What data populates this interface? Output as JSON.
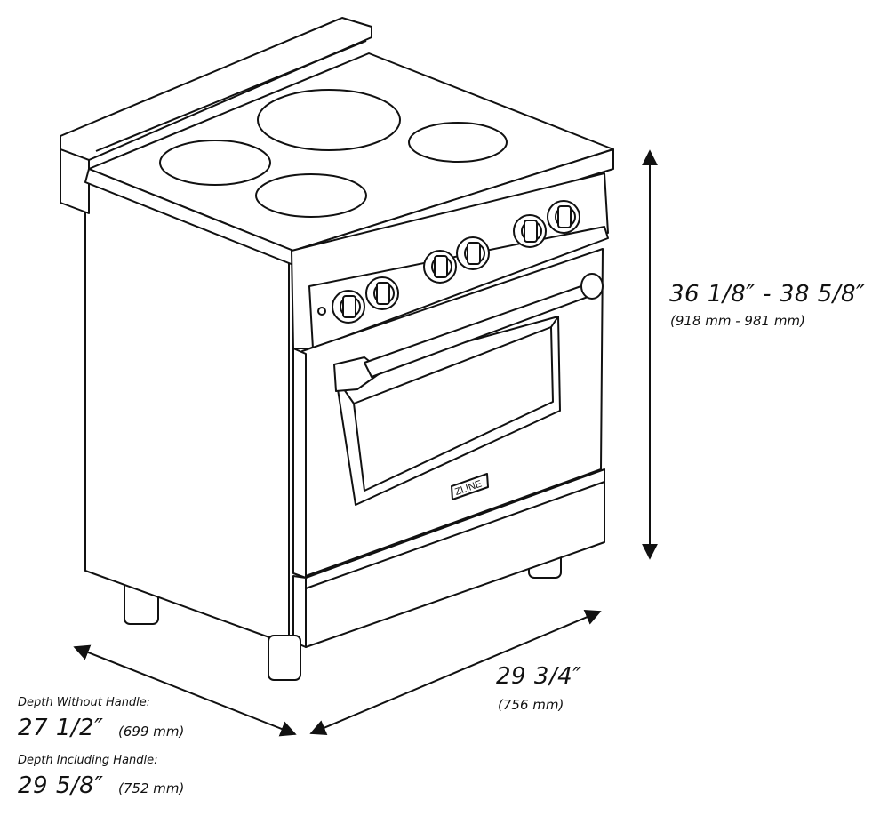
{
  "brand": {
    "logo_text": "ZLINE"
  },
  "dimensions": {
    "height": {
      "imperial": "36 1/8″ - 38 5/8″",
      "metric": "(918 mm - 981 mm)"
    },
    "width": {
      "imperial": "29 3/4″",
      "metric": "(756 mm)"
    },
    "depth_without_handle": {
      "label": "Depth Without Handle:",
      "imperial": "27 1/2″",
      "metric": "(699 mm)"
    },
    "depth_including_handle": {
      "label": "Depth Including Handle:",
      "imperial": "29 5/8″",
      "metric": "(752 mm)"
    }
  },
  "colors": {
    "line": "#111111",
    "fill": "#ffffff"
  }
}
